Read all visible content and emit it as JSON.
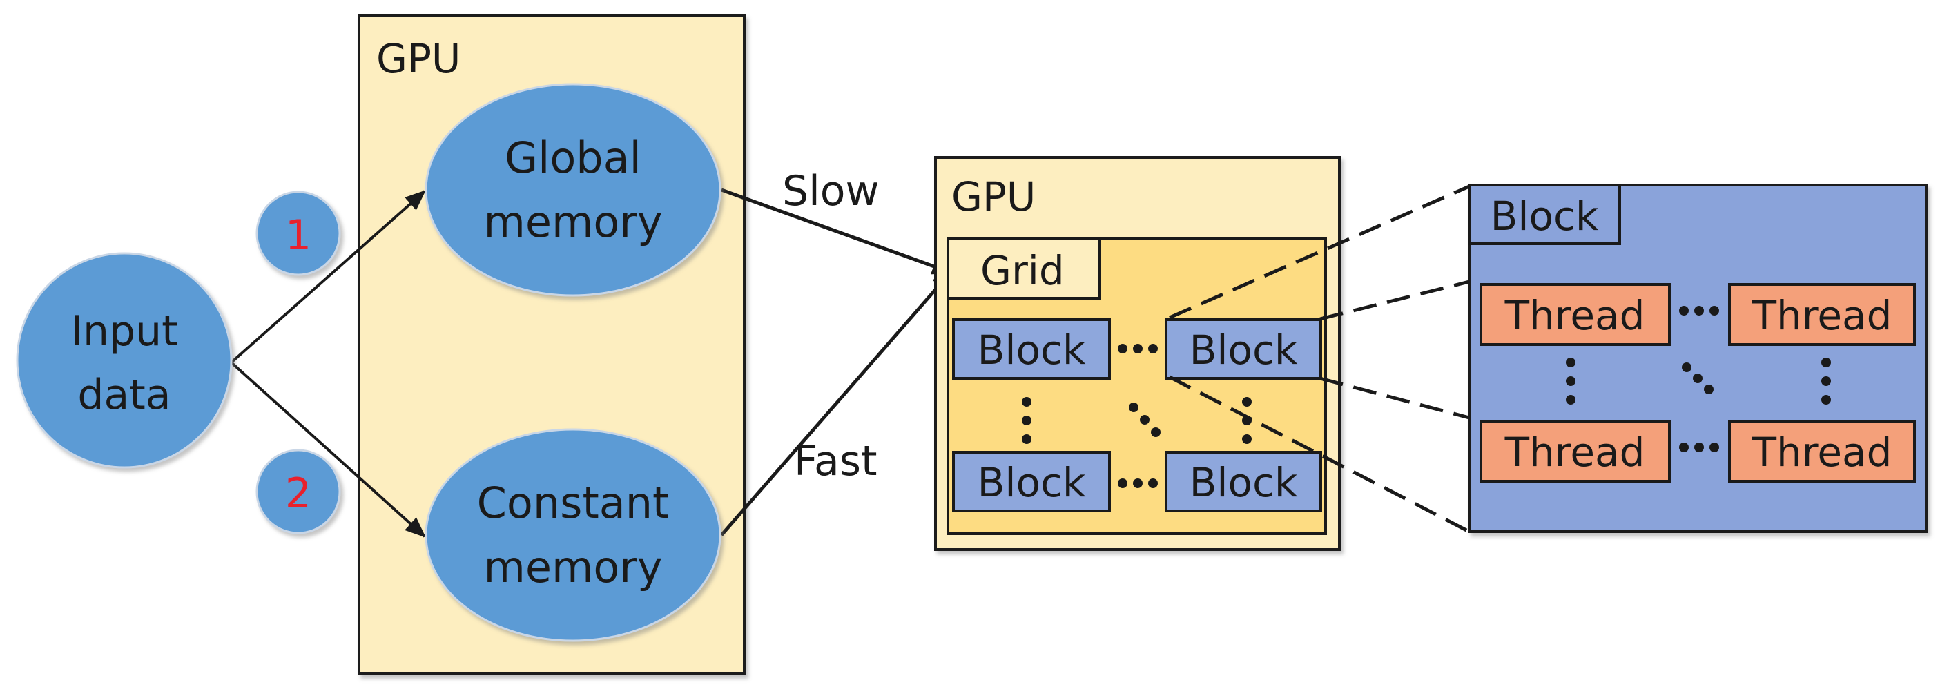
{
  "input_node": {
    "line1": "Input",
    "line2": "data"
  },
  "step_badges": [
    "1",
    "2"
  ],
  "gpu_memory_panel": {
    "title": "GPU"
  },
  "global_memory": {
    "line1": "Global",
    "line2": "memory"
  },
  "constant_memory": {
    "line1": "Constant",
    "line2": "memory"
  },
  "edge_labels": {
    "slow": "Slow",
    "fast": "Fast"
  },
  "gpu_compute_panel": {
    "title": "GPU",
    "grid_label": "Grid",
    "blocks": [
      "Block",
      "Block",
      "Block",
      "Block"
    ]
  },
  "block_detail": {
    "title": "Block",
    "threads": [
      "Thread",
      "Thread",
      "Thread",
      "Thread"
    ]
  },
  "colors": {
    "circle_blue": "#5b9bd5",
    "badge_text_red": "#e8212d",
    "gpu_panel_fill": "#fdeec0",
    "grid_fill": "#fddc82",
    "block_fill": "#8ea7dc",
    "block_detail_fill": "#8aa3da",
    "thread_fill": "#f4a07a",
    "stroke": "#1a1a1a"
  }
}
